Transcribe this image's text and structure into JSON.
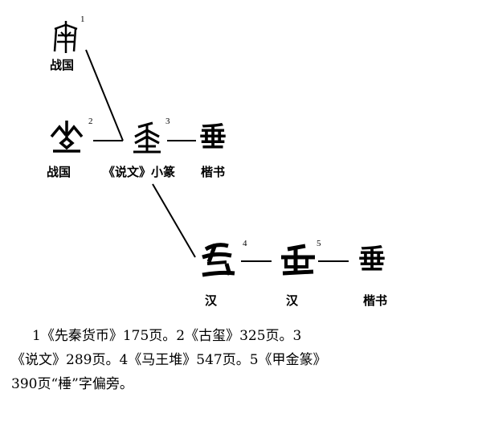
{
  "figure": {
    "nodes": [
      {
        "id": 1,
        "sup": "1",
        "period": "战国",
        "glyph": "ancient-glyph-warring-states-a"
      },
      {
        "id": 2,
        "sup": "2",
        "period": "战国",
        "glyph": "ancient-glyph-warring-states-b"
      },
      {
        "id": 3,
        "sup": "3",
        "period": "《说文》小篆",
        "glyph": "seal-script-glyph"
      },
      {
        "id": 4,
        "sup": "4",
        "period": "汉",
        "glyph": "han-glyph-a"
      },
      {
        "id": 5,
        "sup": "5",
        "period": "汉",
        "glyph": "han-glyph-b"
      }
    ],
    "regular_row1": {
      "char": "垂",
      "period": "楷书"
    },
    "regular_row2": {
      "char": "垂",
      "period": "楷书"
    }
  },
  "caption": {
    "line1": "1《先秦货币》175页。2《古玺》325页。3",
    "line2": "《说文》289页。4《马王堆》547页。5《甲金篆》",
    "line3": "390页“棰”字偏旁。"
  }
}
